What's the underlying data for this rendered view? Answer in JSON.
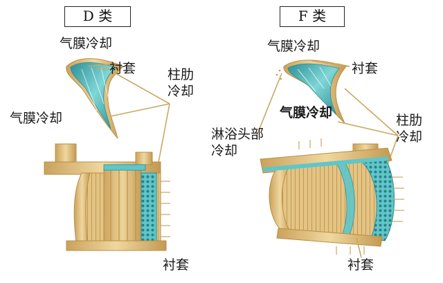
{
  "panels": [
    {
      "id": "D",
      "title": "D 类",
      "labels": {
        "film_cooling_top": "气膜冷却",
        "liner_top": "衬套",
        "rib_cooling": "柱肋\n冷却",
        "film_cooling_side": "气膜冷却",
        "liner_bottom": "衬套"
      }
    },
    {
      "id": "F",
      "title": "F 类",
      "labels": {
        "film_cooling_top": "气膜冷却",
        "liner_top": "衬套",
        "film_cooling_center": "气膜冷却",
        "shower_head_cooling": "淋浴头部\n冷却",
        "rib_cooling": "柱肋\n冷却",
        "liner_bottom": "衬套"
      }
    }
  ],
  "colors": {
    "metal": "#e3c484",
    "metal_dark": "#b98e44",
    "cooling": "#5fc6c9",
    "cooling_dark": "#2c8f96",
    "leader": "#c9a760"
  }
}
